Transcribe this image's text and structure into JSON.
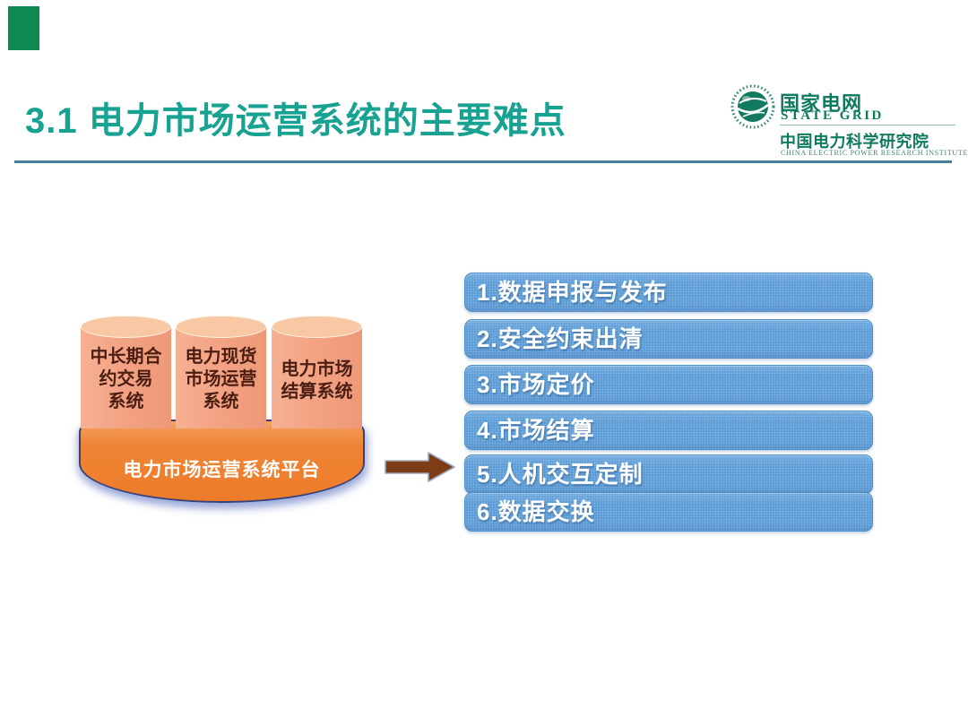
{
  "slide": {
    "title": "3.1 电力市场运营系统的主要难点"
  },
  "logo": {
    "globe_icon": "state-grid-globe",
    "brand_cn": "国家电网",
    "brand_en": "STATE GRID",
    "org_cn": "中国电力科学研究院",
    "org_en": "CHINA ELECTRIC POWER RESEARCH INSTITUTE"
  },
  "diagram": {
    "cylinders": [
      {
        "lines": [
          "中长期合",
          "约交易",
          "系统"
        ]
      },
      {
        "lines": [
          "电力现货",
          "市场运营",
          "系统"
        ]
      },
      {
        "lines": [
          "电力市场",
          "结算系统"
        ]
      }
    ],
    "platform_label": "电力市场运营系统平台",
    "arrow_icon": "right-arrow"
  },
  "bars": [
    {
      "label": "1.数据申报与发布"
    },
    {
      "label": "2.安全约束出清"
    },
    {
      "label": "3.市场定价"
    },
    {
      "label": "4.市场结算"
    },
    {
      "label": "5.人机交互定制"
    },
    {
      "label": "6.数据交换"
    }
  ],
  "colors": {
    "accent_teal": "#17A292",
    "logo_green": "#0E7A5E",
    "rule_teal": "#47809A",
    "corner_green": "#0E8A50",
    "cylinder_fill": "#F3A384",
    "cylinder_top": "#F8C7A3",
    "cylinder_text": "#4A1E12",
    "platform_orange": "#ED7C2A",
    "platform_outline": "#35427B",
    "arrow_brown": "#7C3C15",
    "bar_blue": "#5B9CD6",
    "bar_text": "#FFFFFF"
  }
}
